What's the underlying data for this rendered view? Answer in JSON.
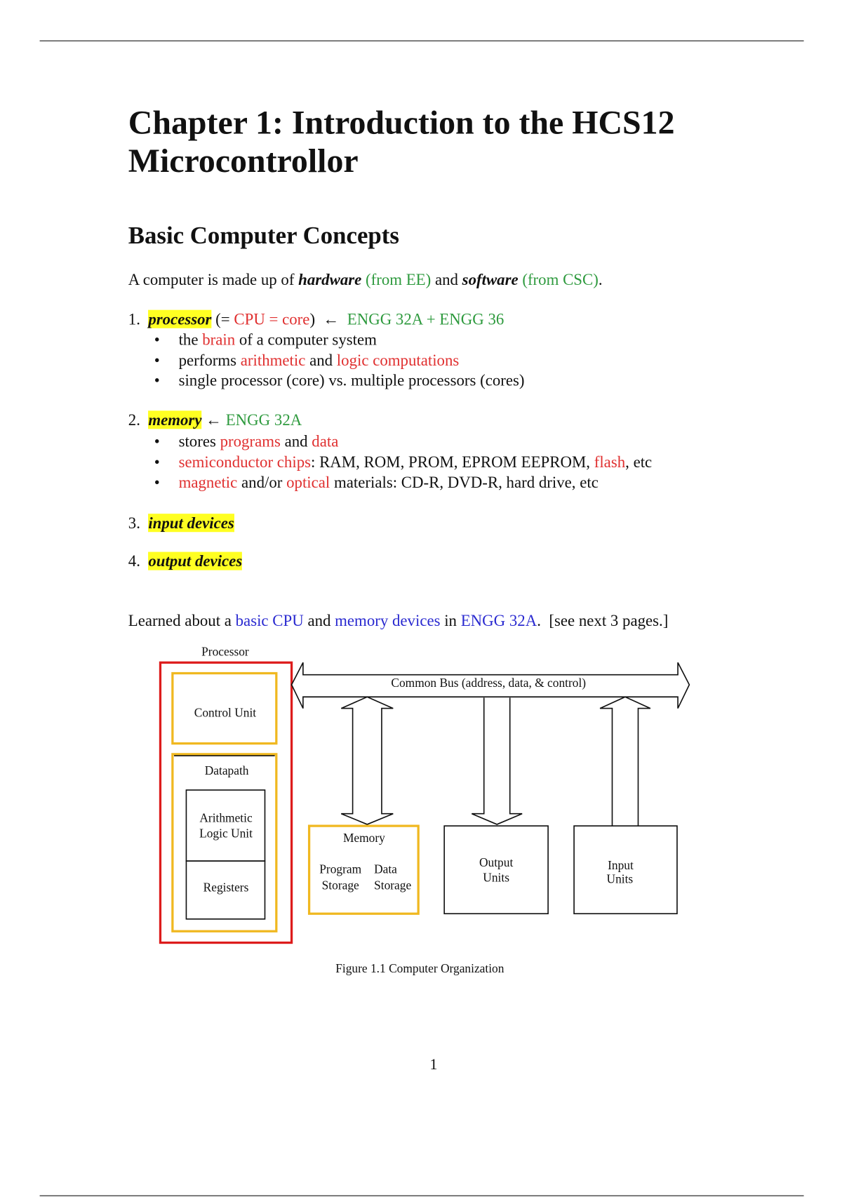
{
  "document": {
    "title_lines": [
      "Chapter 1: Introduction to the HCS12",
      "Microcontrollor"
    ],
    "section_heading": "Basic Computer Concepts",
    "colors": {
      "red": "#e03030",
      "green": "#2e9a3e",
      "blue": "#2a2ad0",
      "highlight": "#ffff22"
    },
    "lines": [
      {
        "kind": "para",
        "segments": [
          {
            "text": "A computer is made up of ",
            "style": ""
          },
          {
            "text": "hardware",
            "style": "bi"
          },
          {
            "text": " (from EE)",
            "style": "green"
          },
          {
            "text": " and ",
            "style": ""
          },
          {
            "text": "software",
            "style": "bi"
          },
          {
            "text": " (from CSC)",
            "style": "green"
          },
          {
            "text": ".",
            "style": ""
          }
        ]
      },
      {
        "kind": "para",
        "segments": [
          {
            "text": "1.  ",
            "style": ""
          },
          {
            "text": "processor",
            "style": "hl"
          },
          {
            "text": " (= ",
            "style": ""
          },
          {
            "text": "CPU = core",
            "style": "red"
          },
          {
            "text": ")  ",
            "style": ""
          },
          {
            "text": "←",
            "style": "arrow"
          },
          {
            "text": "  ENGG 32A + ENGG 36",
            "style": "green"
          }
        ]
      },
      {
        "kind": "bullet",
        "segments": [
          {
            "text": "the ",
            "style": ""
          },
          {
            "text": "brain",
            "style": "red"
          },
          {
            "text": " of a computer system",
            "style": ""
          }
        ]
      },
      {
        "kind": "bullet",
        "segments": [
          {
            "text": "performs ",
            "style": ""
          },
          {
            "text": "arithmetic",
            "style": "red"
          },
          {
            "text": " and ",
            "style": ""
          },
          {
            "text": "logic computations",
            "style": "red"
          }
        ]
      },
      {
        "kind": "bullet",
        "segments": [
          {
            "text": "single processor (core) vs. multiple processors (cores)",
            "style": ""
          }
        ]
      },
      {
        "kind": "para",
        "segments": [
          {
            "text": "2.  ",
            "style": ""
          },
          {
            "text": "memory",
            "style": "hl"
          },
          {
            "text": " ",
            "style": ""
          },
          {
            "text": "←",
            "style": "arrow"
          },
          {
            "text": " ENGG 32A",
            "style": "green"
          }
        ]
      },
      {
        "kind": "bullet",
        "segments": [
          {
            "text": "stores ",
            "style": ""
          },
          {
            "text": "programs",
            "style": "red"
          },
          {
            "text": " and ",
            "style": ""
          },
          {
            "text": "data",
            "style": "red"
          }
        ]
      },
      {
        "kind": "bullet",
        "segments": [
          {
            "text": "semiconductor chips",
            "style": "red"
          },
          {
            "text": ": RAM, ROM, PROM, EPROM EEPROM, ",
            "style": ""
          },
          {
            "text": "flash",
            "style": "red"
          },
          {
            "text": ", etc",
            "style": ""
          }
        ]
      },
      {
        "kind": "bullet",
        "segments": [
          {
            "text": "magnetic",
            "style": "red"
          },
          {
            "text": " and/or ",
            "style": ""
          },
          {
            "text": "optical",
            "style": "red"
          },
          {
            "text": " materials: CD-R, DVD-R, hard drive, etc",
            "style": ""
          }
        ]
      },
      {
        "kind": "para",
        "segments": [
          {
            "text": "3.  ",
            "style": ""
          },
          {
            "text": "input devices",
            "style": "hl"
          }
        ]
      },
      {
        "kind": "para",
        "segments": [
          {
            "text": "4.  ",
            "style": ""
          },
          {
            "text": "output devices",
            "style": "hl"
          }
        ]
      },
      {
        "kind": "para",
        "segments": [
          {
            "text": "Learned about a ",
            "style": ""
          },
          {
            "text": "basic CPU",
            "style": "blue"
          },
          {
            "text": " and ",
            "style": ""
          },
          {
            "text": "memory devices",
            "style": "blue"
          },
          {
            "text": " in ",
            "style": ""
          },
          {
            "text": "ENGG 32A",
            "style": "blue"
          },
          {
            "text": ".  [see next 3 pages.]",
            "style": ""
          }
        ]
      }
    ],
    "bullet_symbol": "•",
    "page_number": "1"
  },
  "figure": {
    "processor_label": "Processor",
    "control_unit": "Control Unit",
    "datapath": "Datapath",
    "alu_line1": "Arithmetic",
    "alu_line2": "Logic Unit",
    "registers": "Registers",
    "bus_label": "Common Bus (address, data, & control)",
    "memory": "Memory",
    "program_storage_1": "Program",
    "program_storage_2": "Storage",
    "data_storage_1": "Data",
    "data_storage_2": "Storage",
    "output_1": "Output",
    "output_2": "Units",
    "input_1": "Input",
    "input_2": "Units",
    "caption": "Figure 1.1 Computer Organization"
  }
}
